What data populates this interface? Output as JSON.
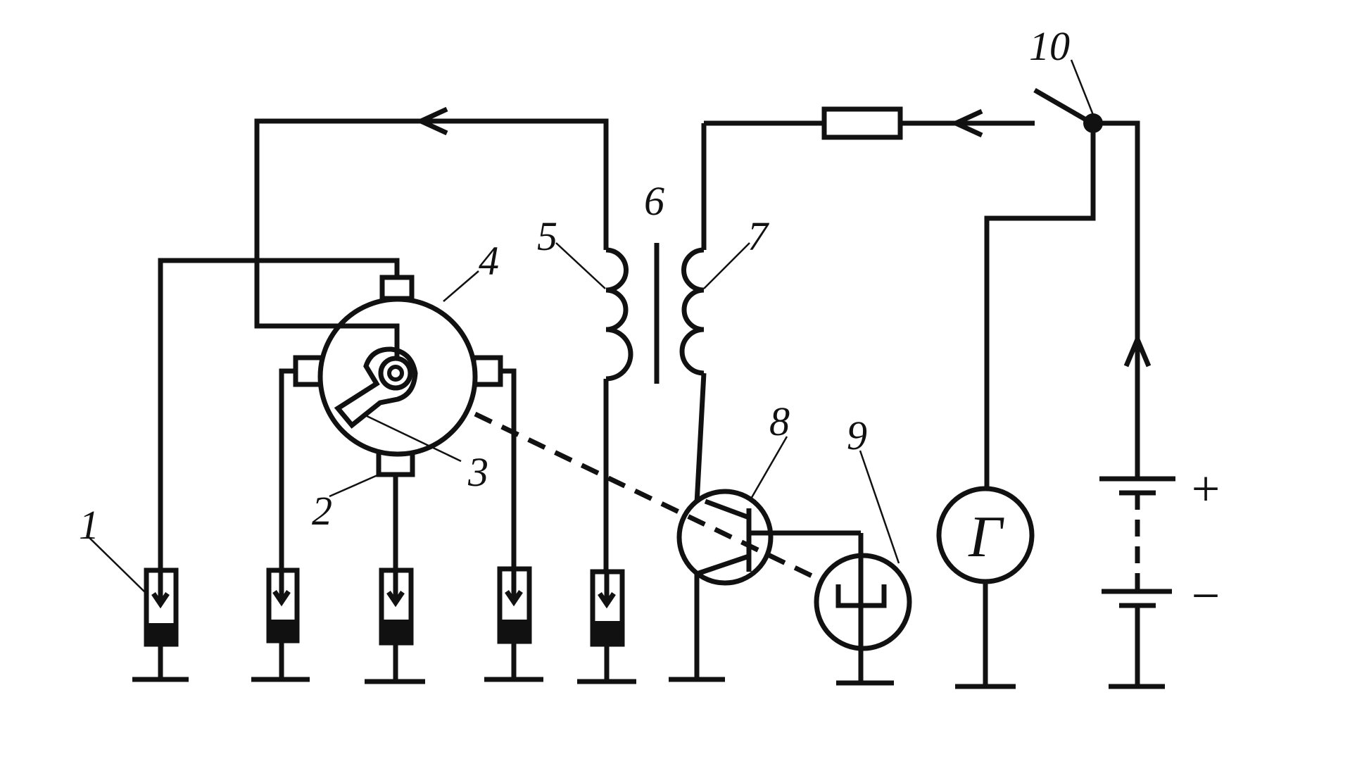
{
  "labels": {
    "l1": "1",
    "l2": "2",
    "l3": "3",
    "l4": "4",
    "l5": "5",
    "l6": "6",
    "l7": "7",
    "l8": "8",
    "l9": "9",
    "l10": "10"
  },
  "generator_symbol": "Г",
  "battery": {
    "plus": "+",
    "minus": "−"
  }
}
